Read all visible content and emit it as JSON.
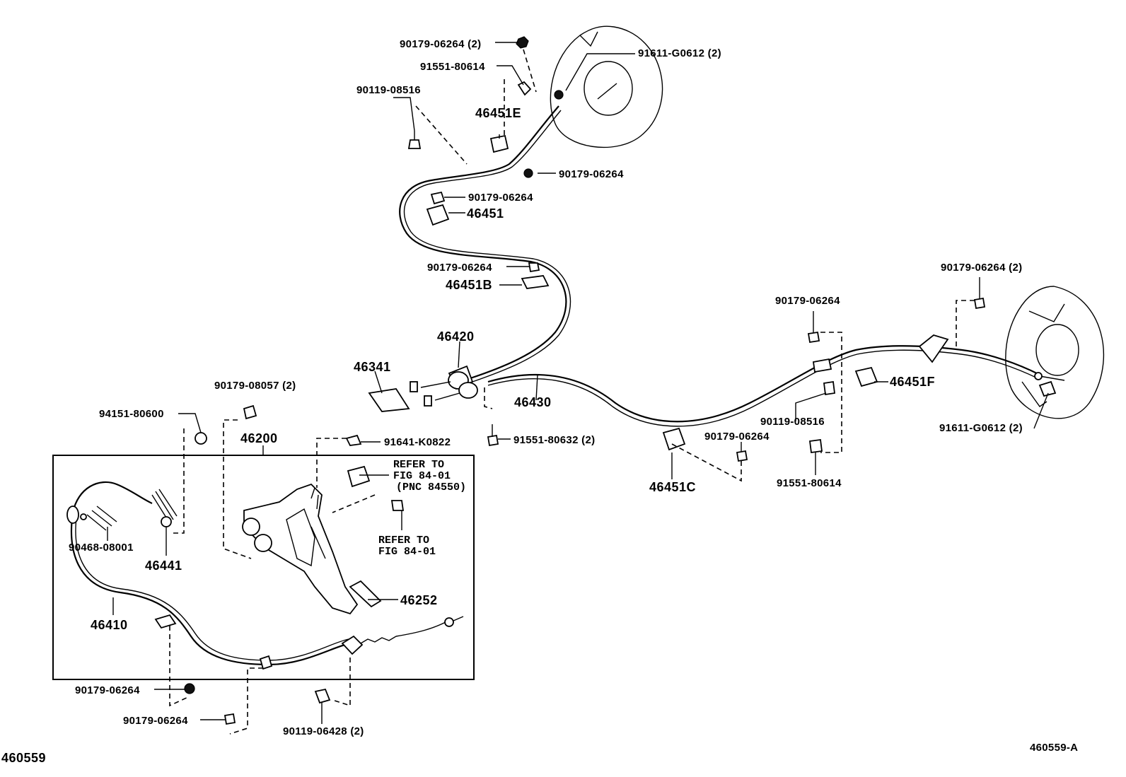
{
  "labels": {
    "p90179_06264_2_top": "90179-06264 (2)",
    "p91611_g0612_2_top": "91611-G0612 (2)",
    "p91551_80614_top": "91551-80614",
    "p90119_08516_top": "90119-08516",
    "p46451e": "46451E",
    "p90179_06264_a": "90179-06264",
    "p90179_06264_b": "90179-06264",
    "p46451": "46451",
    "p90179_06264_c": "90179-06264",
    "p46451b": "46451B",
    "p46420": "46420",
    "p46341": "46341",
    "p46430": "46430",
    "p91551_80632_2": "91551-80632 (2)",
    "p90179_08057_2": "90179-08057 (2)",
    "p94151_80600": "94151-80600",
    "p46200": "46200",
    "p91641_k0822": "91641-K0822",
    "refer1_line1": "REFER TO",
    "refer1_line2": "FIG 84-01",
    "refer1_line3": "(PNC 84550)",
    "refer2_line1": "REFER TO",
    "refer2_line2": "FIG 84-01",
    "p90468_08001": "90468-08001",
    "p46441": "46441",
    "p46252": "46252",
    "p46410": "46410",
    "p90179_06264_d": "90179-06264",
    "p90179_06264_e": "90179-06264",
    "p90119_06428_2": "90119-06428 (2)",
    "p90179_06264_f": "90179-06264",
    "p90179_06264_2_right": "90179-06264 (2)",
    "p46451f": "46451F",
    "p90119_08516_right": "90119-08516",
    "p91611_g0612_2_right": "91611-G0612 (2)",
    "p90179_06264_g": "90179-06264",
    "p46451c": "46451C",
    "p91551_80614_right": "91551-80614",
    "fig_code_left": "460559",
    "fig_code_right": "460559-A"
  }
}
